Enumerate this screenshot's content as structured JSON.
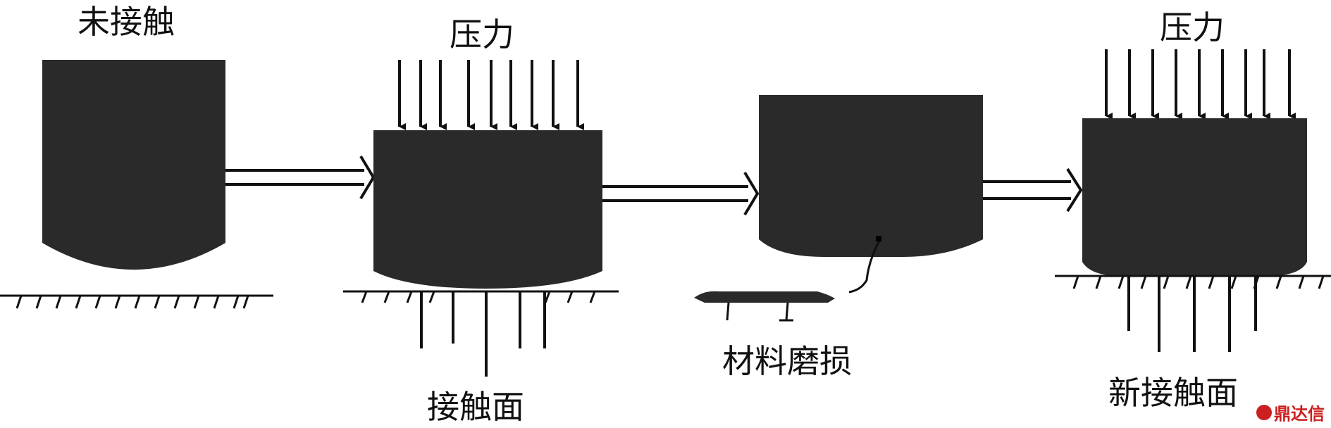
{
  "labels": {
    "no_contact": "未接触",
    "pressure_1": "压力",
    "contact_surface": "接触面",
    "material_wear": "材料磨损",
    "pressure_2": "压力",
    "new_contact_surface": "新接触面"
  },
  "watermark": "鼎达信",
  "colors": {
    "block": "#2a2a2a",
    "line": "#111111",
    "watermark": "#cc1f1f"
  }
}
